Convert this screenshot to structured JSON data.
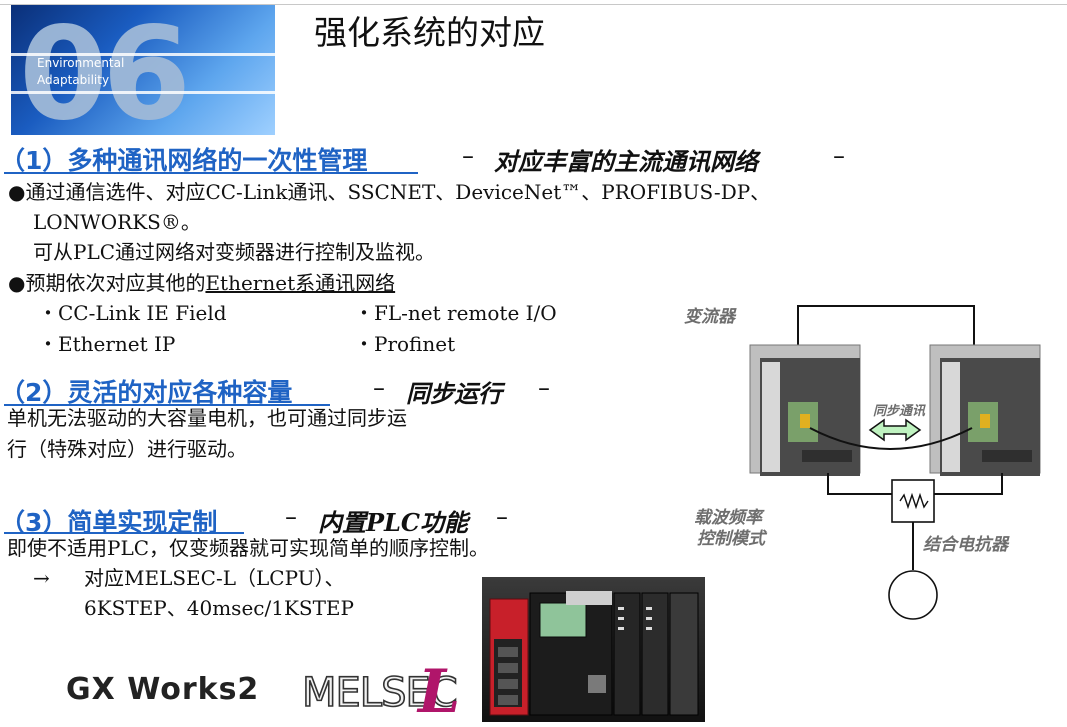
{
  "header": {
    "tile_number": "06",
    "tile_line1": "Environmental",
    "tile_line2": "Adaptability",
    "title": "强化系统的对应"
  },
  "section1": {
    "heading": "（1）多种通讯网络的一次性管理",
    "dash": "–",
    "subtitle": "对应丰富的主流通讯网络",
    "dash_end": "–",
    "bullet1_line1": "●通过通信选件、对应CC-Link通讯、SSCNET、DeviceNet™、PROFIBUS-DP、",
    "bullet1_line2": "LONWORKS®。",
    "bullet1_line3": "可从PLC通过网络对变频器进行控制及监视。",
    "bullet2_prefix": "●预期依次对应其他的",
    "bullet2_underlined": "Ethernet系通讯网络",
    "nets": [
      "・CC-Link IE Field",
      "・FL-net remote I/O",
      "・Ethernet IP",
      "・Profinet"
    ]
  },
  "section2": {
    "heading": "（2）灵活的对应各种容量",
    "dash": "–",
    "subtitle": "同步运行",
    "dash_end": "–",
    "line1": "单机无法驱动的大容量电机，也可通过同步运",
    "line2": "行（特殊对应）进行驱动。"
  },
  "section3": {
    "heading": "（3）简单实现定制",
    "dash": "–",
    "subtitle": "内置PLC功能",
    "dash_end": "–",
    "line1": "即使不适用PLC，仅变频器就可实现简单的顺序控制。",
    "arrow": "→",
    "line2": "对应MELSEC-L（LCPU）、",
    "line3": "6KSTEP、40msec/1KSTEP"
  },
  "diagram": {
    "inverter_label": "变流器",
    "sync_label": "同步通讯",
    "carrier_label_1": "载波频率",
    "carrier_label_2": "控制模式",
    "reactor_label": "结合电抗器"
  },
  "logos": {
    "gx": "GX Works2",
    "melsec": "MELSEC",
    "melsec_l": "L"
  },
  "colors": {
    "heading_blue": "#1f63c4",
    "diagram_label_gray": "#6e6e6e",
    "logo_magenta": "#b0156a",
    "plc_red": "#c8202a"
  }
}
